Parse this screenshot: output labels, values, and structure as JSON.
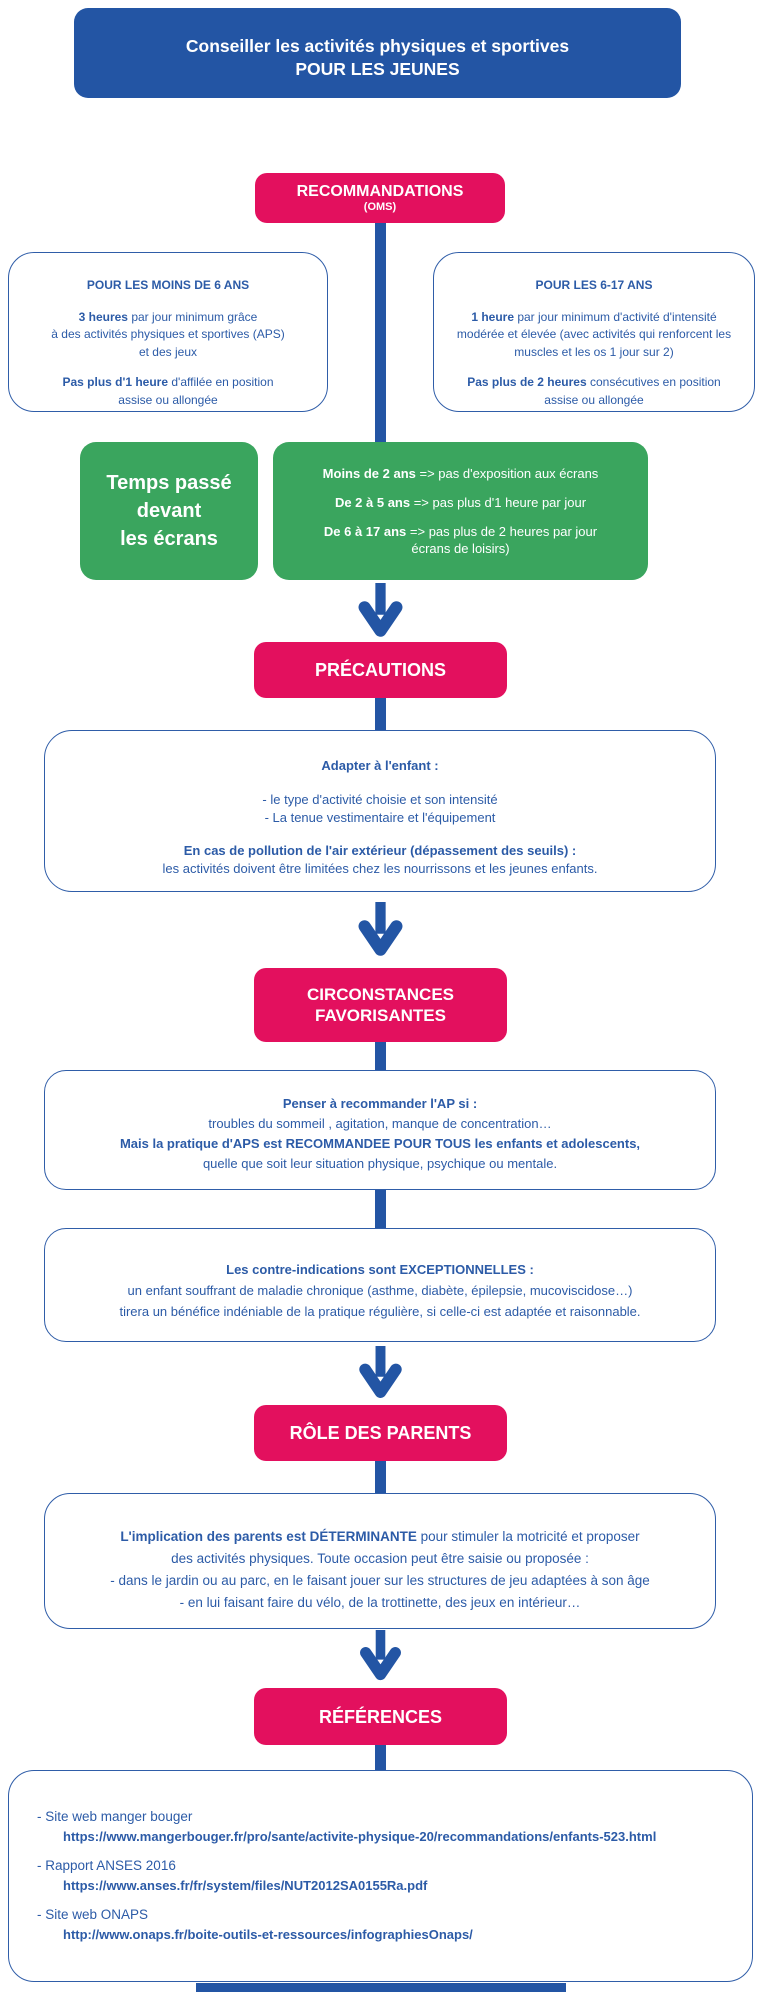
{
  "colors": {
    "primary_blue": "#2355A4",
    "text_blue": "#2C5BA7",
    "accent_pink": "#E3105E",
    "accent_green": "#3AA55E"
  },
  "banner": {
    "line1": "Conseiller les activités physiques et sportives",
    "line2": "POUR LES JEUNES"
  },
  "sections": {
    "recommandations": {
      "label": "RECOMMANDATIONS",
      "sublabel": "(OMS)"
    },
    "precautions": {
      "label": "PRÉCAUTIONS"
    },
    "circonstances": {
      "label": "CIRCONSTANCES\nFAVORISANTES"
    },
    "role_parents": {
      "label": "RÔLE DES PARENTS"
    },
    "references": {
      "label": "RÉFÉRENCES"
    }
  },
  "under_6": {
    "title": "POUR LES MOINS DE 6 ANS",
    "rule1_bold": "3 heures",
    "rule1_rest": " par jour minimum grâce\nà des activités physiques et sportives (APS)\net des jeux",
    "rule2_bold": "Pas plus d'1 heure",
    "rule2_rest": " d'affilée en position\nassise ou allongée"
  },
  "age_6_17": {
    "title": "POUR LES 6-17 ANS",
    "rule1_bold": "1 heure",
    "rule1_rest": " par jour minimum d'activité d'intensité\nmodérée et élevée (avec activités qui renforcent les\nmuscles et les os 1 jour sur 2)",
    "rule2_bold": "Pas plus de 2 heures",
    "rule2_rest": " consécutives en position\nassise ou allongée"
  },
  "screen_time": {
    "label": "Temps passé\ndevant\nles écrans",
    "rules": [
      {
        "bold": "Moins de 2 ans",
        "rest": " => pas d'exposition aux écrans"
      },
      {
        "bold": "De 2 à 5 ans",
        "rest": " => pas plus d'1 heure par jour"
      },
      {
        "bold": "De 6 à 17 ans",
        "rest": " => pas plus de 2 heures par jour\nécrans de loisirs)"
      }
    ]
  },
  "precautions_box": {
    "title": "Adapter à l'enfant :",
    "items": "- le type d'activité choisie et son intensité\n- La tenue vestimentaire et l'équipement",
    "pollution_bold": "En cas de pollution de l'air extérieur (dépassement des seuils) :",
    "pollution_rest": "les activités doivent être limitées chez les nourrissons et les jeunes enfants."
  },
  "circonstances_box": {
    "line1_bold": "Penser à recommander l'AP si :",
    "line2": "troubles du sommeil , agitation, manque de concentration…",
    "line3_bold": "Mais la pratique d'APS est RECOMMANDEE POUR TOUS les enfants et adolescents,",
    "line4": "quelle que soit leur situation physique, psychique ou mentale."
  },
  "contraindications_box": {
    "line1_bold": "Les contre-indications sont EXCEPTIONNELLES :",
    "rest": "un enfant souffrant de maladie chronique (asthme, diabète, épilepsie, mucoviscidose…)\ntirera un bénéfice indéniable de la pratique régulière, si celle-ci est adaptée et raisonnable."
  },
  "parents_box": {
    "bold": "L'implication des parents est DÉTERMINANTE",
    "rest": " pour stimuler la motricité et proposer\ndes activités physiques. Toute occasion peut être saisie ou proposée :\n- dans le jardin ou au parc, en le faisant jouer sur les structures de jeu adaptées à son âge\n- en lui faisant faire du vélo, de la trottinette, des jeux en intérieur…"
  },
  "references_box": {
    "items": [
      {
        "label": "- Site web manger bouger",
        "url": "https://www.mangerbouger.fr/pro/sante/activite-physique-20/recommandations/enfants-523.html"
      },
      {
        "label": "- Rapport ANSES 2016",
        "url": "https://www.anses.fr/fr/system/files/NUT2012SA0155Ra.pdf"
      },
      {
        "label": "- Site web ONAPS",
        "url": "http://www.onaps.fr/boite-outils-et-ressources/infographiesOnaps/"
      }
    ]
  }
}
